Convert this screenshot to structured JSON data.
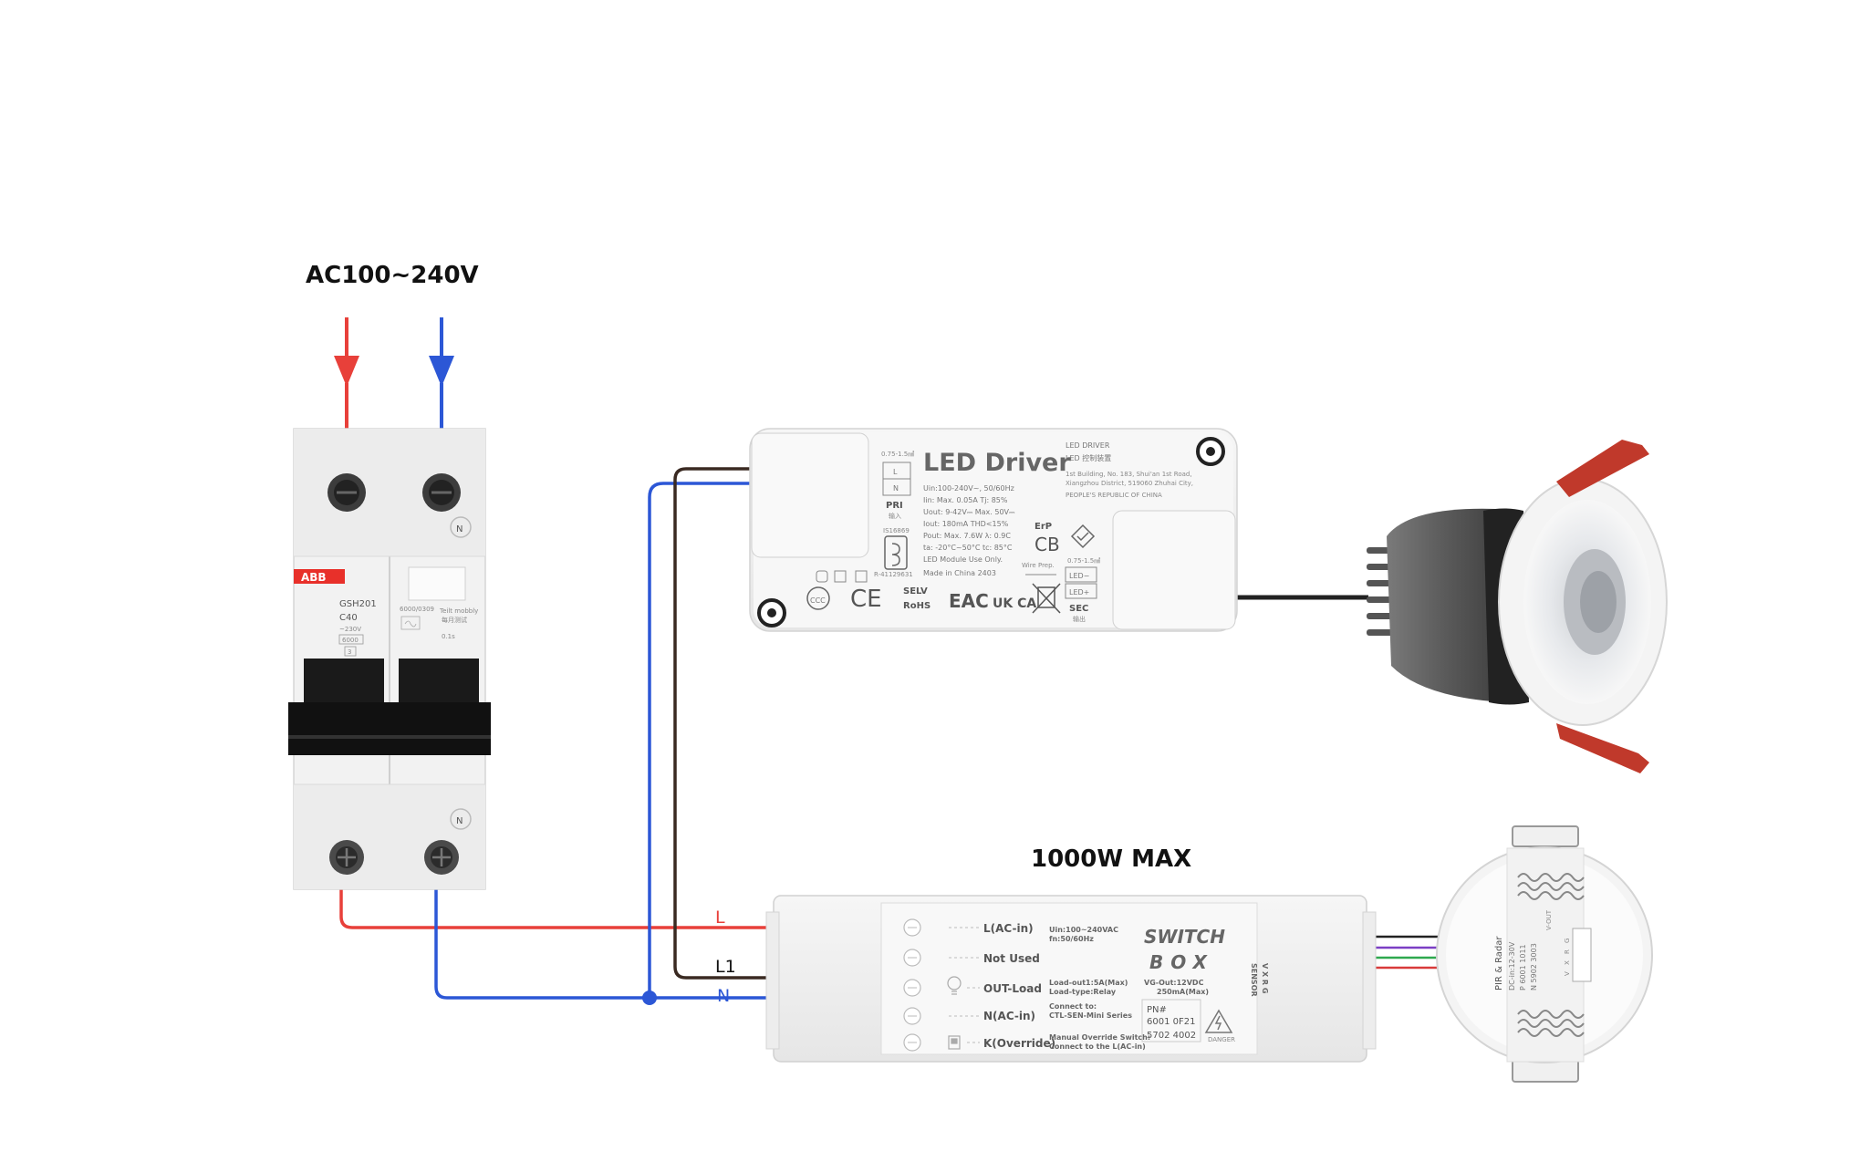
{
  "supply": {
    "voltage_label": "AC100~240V"
  },
  "breaker": {
    "brand": "ABB",
    "model": "GSH201",
    "rating": "C40",
    "spec_lines": [
      "~230V",
      "6000",
      "3"
    ],
    "test_label": "Teilt mobbly",
    "test_label_cn": "每月测试",
    "neutral_mark": "N",
    "code": "0.1s",
    "code2": "6000/0309"
  },
  "led_driver": {
    "title": "LED Driver",
    "header_right": [
      "LED DRIVER",
      "LED 控制装置"
    ],
    "address": [
      "1st Building, No. 183, Shui'an 1st Road,",
      "Xiangzhou District, 519060 Zhuhai City,",
      "PEOPLE'S REPUBLIC OF CHINA"
    ],
    "specs": [
      "Uin:100-240V~, 50/60Hz",
      "Iin: Max. 0.05A     Tj: 85%",
      "Uout: 9-42V⎓   Max. 50V⎓",
      "Iout: 180mA      THD<15%",
      "Pout: Max. 7.6W     λ: 0.9C",
      "ta: -20°C~50°C    tc: 85°C",
      "LED Module Use Only.",
      "Made in China  2403"
    ],
    "pri_label": "PRI",
    "pri_cn": "输入",
    "sec_label": "SEC",
    "sec_cn": "输出",
    "wire_range_pri": "0.75-1.5㎟",
    "wire_range_sec": "0.75-1.5㎟",
    "pri_terms": [
      "L",
      "N"
    ],
    "sec_terms": [
      "LED−",
      "LED+"
    ],
    "std_code": "IS16869",
    "reg_code": "R-41129631",
    "wire_prep": "Wire Prep.",
    "marks": [
      "SELV",
      "RoHS",
      "EAC",
      "UK CA",
      "ErP",
      "CB"
    ]
  },
  "switch_box": {
    "max_load_label": "1000W MAX",
    "title": [
      "SWITCH",
      "BOX"
    ],
    "terminals": [
      "L(AC-in)",
      "Not Used",
      "OUT-Load",
      "N(AC-in)",
      "K(Override)"
    ],
    "info": [
      {
        "label": "Uin:100~240VAC",
        "sub": "fn:50/60Hz"
      },
      {
        "label": "Load-out1:5A(Max)",
        "sub": "Load-type:Relay"
      },
      {
        "label": "Connect to:",
        "sub": "CTL-SEN-Mini Series"
      },
      {
        "label": "Manual Override Switch:",
        "sub": "Connect to the L(AC-in)"
      }
    ],
    "vg_out": [
      "VG-Out:12VDC",
      "250mA(Max)"
    ],
    "pn_label": "PN#",
    "pn": [
      "6001 0F21",
      "5702 4002"
    ],
    "danger": "DANGER",
    "sensor_label": "SENSOR",
    "sensor_pins": "V X R G"
  },
  "sensor": {
    "type_label": "PIR & Radar",
    "lines": [
      "DC-in:12-30V",
      "P   6001 1011",
      "N   5902 3003"
    ],
    "pins": [
      "V",
      "X",
      "R",
      "G"
    ],
    "out_label": "V-OUT"
  },
  "wires": {
    "live": "L",
    "load": "L1",
    "neutral": "N"
  },
  "colors": {
    "live": "#e8403a",
    "neutral": "#2c57d6",
    "load": "#3a2a22",
    "dot": "#2c57d6",
    "breaker_handle": "#111111",
    "abb_red": "#e8302a",
    "lamp_body": "#5b5b5b",
    "lamp_clip": "#c0392b"
  }
}
